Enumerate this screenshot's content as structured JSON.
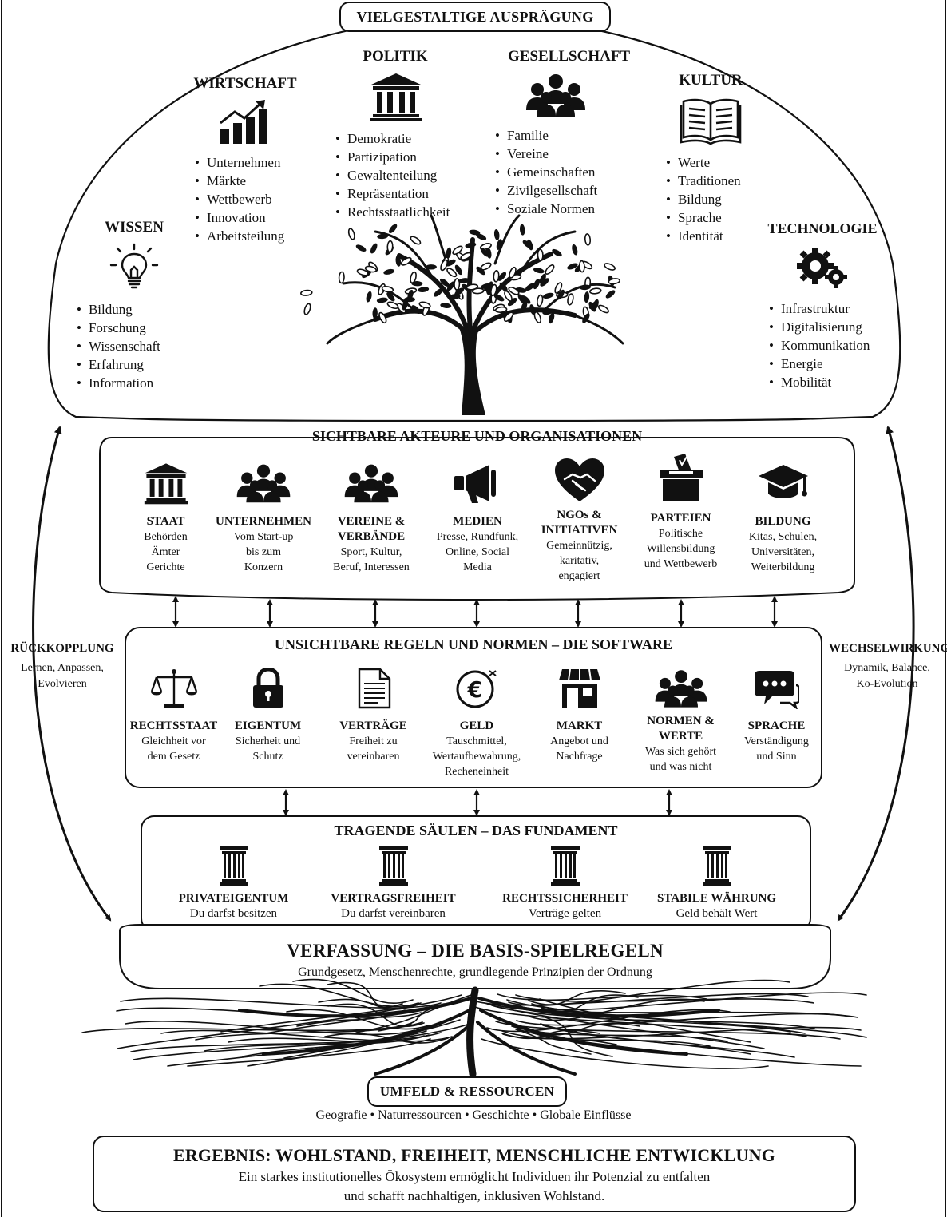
{
  "top_title": "VIELGESTALTIGE AUSPRÄGUNG",
  "categories": [
    {
      "title": "WISSEN",
      "icon": "lightbulb-icon",
      "items": [
        "Bildung",
        "Forschung",
        "Wissenschaft",
        "Erfahrung",
        "Information"
      ]
    },
    {
      "title": "WIRTSCHAFT",
      "icon": "growth-chart-icon",
      "items": [
        "Unternehmen",
        "Märkte",
        "Wettbewerb",
        "Innovation",
        "Arbeitsteilung"
      ]
    },
    {
      "title": "POLITIK",
      "icon": "government-building-icon",
      "items": [
        "Demokratie",
        "Partizipation",
        "Gewaltenteilung",
        "Repräsentation",
        "Rechtsstaatlichkeit"
      ]
    },
    {
      "title": "GESELLSCHAFT",
      "icon": "people-group-icon",
      "items": [
        "Familie",
        "Vereine",
        "Gemeinschaften",
        "Zivilgesellschaft",
        "Soziale Normen"
      ]
    },
    {
      "title": "KULTUR",
      "icon": "open-book-icon",
      "items": [
        "Werte",
        "Traditionen",
        "Bildung",
        "Sprache",
        "Identität"
      ]
    },
    {
      "title": "TECHNOLOGIE",
      "icon": "gears-icon",
      "items": [
        "Infrastruktur",
        "Digitalisierung",
        "Kommunikation",
        "Energie",
        "Mobilität"
      ]
    }
  ],
  "actors": {
    "title": "SICHTBARE AKTEURE UND ORGANISATIONEN",
    "items": [
      {
        "title": "STAAT",
        "desc": "Behörden\nÄmter\nGerichte",
        "icon": "government-building-icon"
      },
      {
        "title": "UNTERNEHMEN",
        "desc": "Vom Start-up\nbis zum\nKonzern",
        "icon": "people-group-icon"
      },
      {
        "title": "VEREINE &\nVERBÄNDE",
        "desc": "Sport, Kultur,\nBeruf, Interessen",
        "icon": "group-icon"
      },
      {
        "title": "MEDIEN",
        "desc": "Presse, Rundfunk,\nOnline, Social\nMedia",
        "icon": "megaphone-icon"
      },
      {
        "title": "NGOs &\nINITIATIVEN",
        "desc": "Gemeinnützig,\nkaritativ,\nengagiert",
        "icon": "heart-handshake-icon"
      },
      {
        "title": "PARTEIEN",
        "desc": "Politische\nWillensbildung\nund Wettbewerb",
        "icon": "ballot-box-icon"
      },
      {
        "title": "BILDUNG",
        "desc": "Kitas, Schulen,\nUniversitäten,\nWeiterbildung",
        "icon": "graduation-cap-icon"
      }
    ]
  },
  "rules": {
    "title": "UNSICHTBARE REGELN UND NORMEN – DIE SOFTWARE",
    "items": [
      {
        "title": "RECHTSSTAAT",
        "desc": "Gleichheit vor\ndem Gesetz",
        "icon": "scales-icon"
      },
      {
        "title": "EIGENTUM",
        "desc": "Sicherheit und\nSchutz",
        "icon": "padlock-icon"
      },
      {
        "title": "VERTRÄGE",
        "desc": "Freiheit zu\nvereinbaren",
        "icon": "document-icon"
      },
      {
        "title": "GELD",
        "desc": "Tauschmittel,\nWertaufbewahrung,\nRecheneinheit",
        "icon": "euro-icon"
      },
      {
        "title": "MARKT",
        "desc": "Angebot und\nNachfrage",
        "icon": "market-stall-icon"
      },
      {
        "title": "NORMEN &\nWERTE",
        "desc": "Was sich gehört\nund was nicht",
        "icon": "people-group-icon"
      },
      {
        "title": "SPRACHE",
        "desc": "Verständigung\nund Sinn",
        "icon": "speech-bubbles-icon"
      }
    ]
  },
  "pillars": {
    "title": "TRAGENDE SÄULEN – DAS FUNDAMENT",
    "items": [
      {
        "title": "PRIVATEIGENTUM",
        "desc": "Du darfst besitzen"
      },
      {
        "title": "VERTRAGSFREIHEIT",
        "desc": "Du darfst vereinbaren"
      },
      {
        "title": "RECHTSSICHERHEIT",
        "desc": "Verträge gelten"
      },
      {
        "title": "STABILE WÄHRUNG",
        "desc": "Geld behält Wert"
      }
    ]
  },
  "constitution": {
    "title": "VERFASSUNG – DIE BASIS-SPIELREGELN",
    "subtitle": "Grundgesetz, Menschenrechte, grundlegende Prinzipien der Ordnung"
  },
  "environment": {
    "title": "UMFELD & RESSOURCEN",
    "subtitle": "Geografie • Naturressourcen • Geschichte • Globale Einflüsse"
  },
  "left_side": {
    "title": "RÜCKKOPPLUNG",
    "desc": "Lernen, Anpassen,\nEvolvieren"
  },
  "right_side": {
    "title": "WECHSELWIRKUNG",
    "desc": "Dynamik, Balance,\nKo-Evolution"
  },
  "result": {
    "title": "ERGEBNIS: WOHLSTAND, FREIHEIT, MENSCHLICHE ENTWICKLUNG",
    "text": "Ein starkes institutionelles Ökosystem ermöglicht Individuen ihr Potenzial zu entfalten\nund schafft nachhaltigen, inklusiven Wohlstand."
  }
}
